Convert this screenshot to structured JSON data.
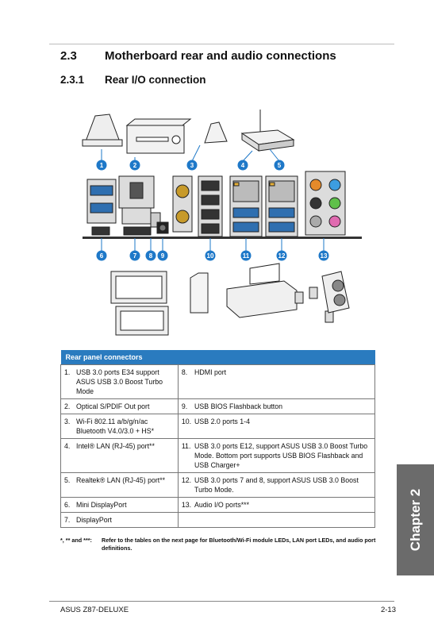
{
  "section": {
    "number": "2.3",
    "title": "Motherboard rear and audio connections"
  },
  "subsection": {
    "number": "2.3.1",
    "title": "Rear I/O connection"
  },
  "callouts": [
    "1",
    "2",
    "3",
    "4",
    "5",
    "6",
    "7",
    "8",
    "9",
    "10",
    "11",
    "12",
    "13"
  ],
  "table": {
    "header": "Rear panel connectors",
    "rows": [
      {
        "ln": "1.",
        "l": "USB 3.0 ports E34 support ASUS USB 3.0 Boost Turbo Mode",
        "rn": "8.",
        "r": "HDMI port"
      },
      {
        "ln": "2.",
        "l": "Optical S/PDIF Out port",
        "rn": "9.",
        "r": "USB BIOS Flashback button"
      },
      {
        "ln": "3.",
        "l": "Wi-Fi 802.11 a/b/g/n/ac Bluetooth V4.0/3.0 + HS*",
        "rn": "10.",
        "r": "USB 2.0 ports 1-4"
      },
      {
        "ln": "4.",
        "l": "Intel® LAN (RJ-45) port**",
        "rn": "11.",
        "r": "USB 3.0 ports E12, support ASUS USB 3.0 Boost Turbo Mode. Bottom port supports USB BIOS Flashback and USB Charger+"
      },
      {
        "ln": "5.",
        "l": "Realtek® LAN (RJ-45) port**",
        "rn": "12.",
        "r": "USB 3.0 ports 7 and 8, support ASUS USB 3.0 Boost Turbo Mode."
      },
      {
        "ln": "6.",
        "l": "Mini DisplayPort",
        "rn": "13.",
        "r": "Audio I/O ports***"
      },
      {
        "ln": "7.",
        "l": "DisplayPort",
        "rn": "",
        "r": ""
      }
    ]
  },
  "note": {
    "key": "*, ** and ***:",
    "text": "Refer to the tables on the next page for Bluetooth/Wi-Fi module LEDs, LAN port LEDs, and audio port definitions."
  },
  "side_tab": "Chapter 2",
  "footer": {
    "left": "ASUS Z87-DELUXE",
    "right": "2-13"
  }
}
